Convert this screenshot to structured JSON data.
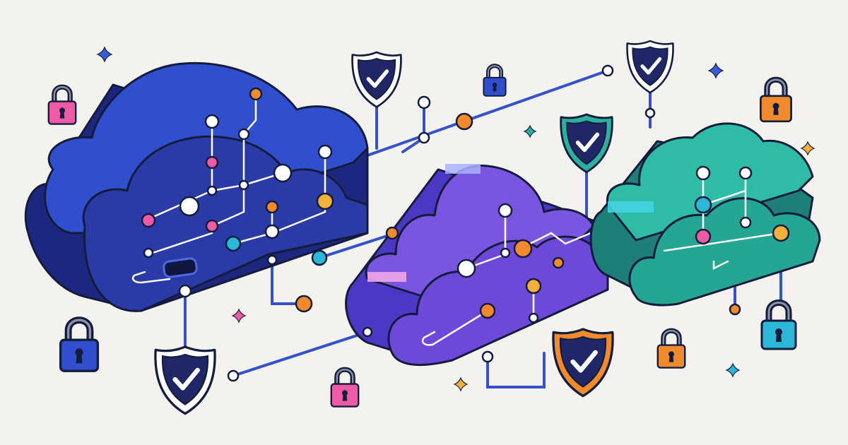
{
  "scene": {
    "background": "#f3f2ee",
    "outline": "#141c3c",
    "wire": "#3552c8",
    "clouds": [
      {
        "name": "blue-cloud",
        "front": "#2a3aa6",
        "top": "#2f4fcf",
        "side": "#1d2780"
      },
      {
        "name": "purple-cloud",
        "front": "#6e49d9",
        "top": "#7a55e0",
        "side": "#4b38c4"
      },
      {
        "name": "teal-cloud",
        "front": "#24a692",
        "top": "#2ebca5",
        "side": "#1d7f78"
      }
    ],
    "shields": [
      {
        "name": "navy",
        "rim": "#ffffff",
        "body": "#1f2766"
      },
      {
        "name": "teal",
        "rim": "#2bb0a0",
        "body": "#1f2766"
      },
      {
        "name": "orange",
        "rim": "#f08a2c",
        "body": "#1f2766"
      }
    ],
    "locks": [
      {
        "color": "#ee5aa6"
      },
      {
        "color": "#2f4fcf"
      },
      {
        "color": "#f08a2c"
      },
      {
        "color": "#2bb7d8"
      }
    ],
    "node_colors": [
      "#ffffff",
      "#f08a2c",
      "#ee5aa6",
      "#2bb7d8",
      "#f4b03a"
    ],
    "sparkle_colors": [
      "#3a5bd9",
      "#2bb0a0",
      "#f4b03a",
      "#ee5aa6",
      "#2bb7d8"
    ]
  }
}
